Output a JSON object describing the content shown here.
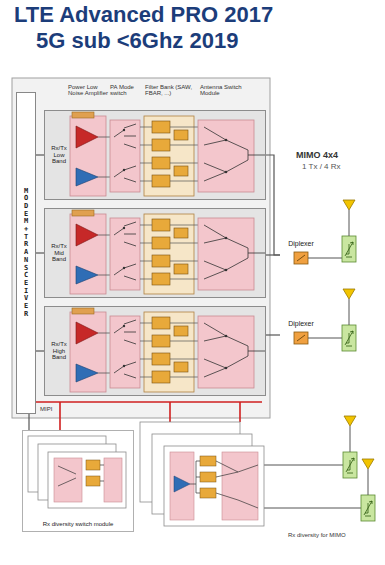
{
  "diagram": {
    "title": "LTE Advanced PRO 2017",
    "nodes": [
      {
        "text": [
          "MODEM + TRANSCEIVER"
        ]
      },
      {
        "text": [
          "Rx/Tx Low Band"
        ]
      },
      {
        "text": [
          "Rx/Tx Mid Band"
        ]
      },
      {
        "text": [
          "Rx/Tx High Band"
        ]
      },
      {
        "text": [
          "Diplexer"
        ]
      },
      {
        "text": [
          "Diplexer"
        ]
      },
      {
        "text": [
          "Rx diversity switch module"
        ]
      }
    ],
    "edges": [
      {
        "from": 0,
        "to": 1,
        "arrow": "none"
      },
      {
        "from": 0,
        "to": 2,
        "arrow": "none"
      },
      {
        "from": 0,
        "to": 3,
        "arrow": "none"
      },
      {
        "from": 0,
        "to": 6,
        "arrow": "none"
      },
      {
        "from": 1,
        "to": 4,
        "arrow": "none"
      },
      {
        "from": 2,
        "to": 4,
        "arrow": "none"
      },
      {
        "from": 3,
        "to": 5,
        "arrow": "none"
      }
    ],
    "labels": [
      "5G sub <6Ghz 2019",
      "Power Low Noise Amplifier",
      "PA Mode switch",
      "Filter Bank (SAW, FBAR, ...)",
      "Antenna Switch Module",
      "MIMO 4x4",
      "1 Tx / 4 Rx",
      "MIPI",
      "Rx diversity for MIMO"
    ]
  }
}
